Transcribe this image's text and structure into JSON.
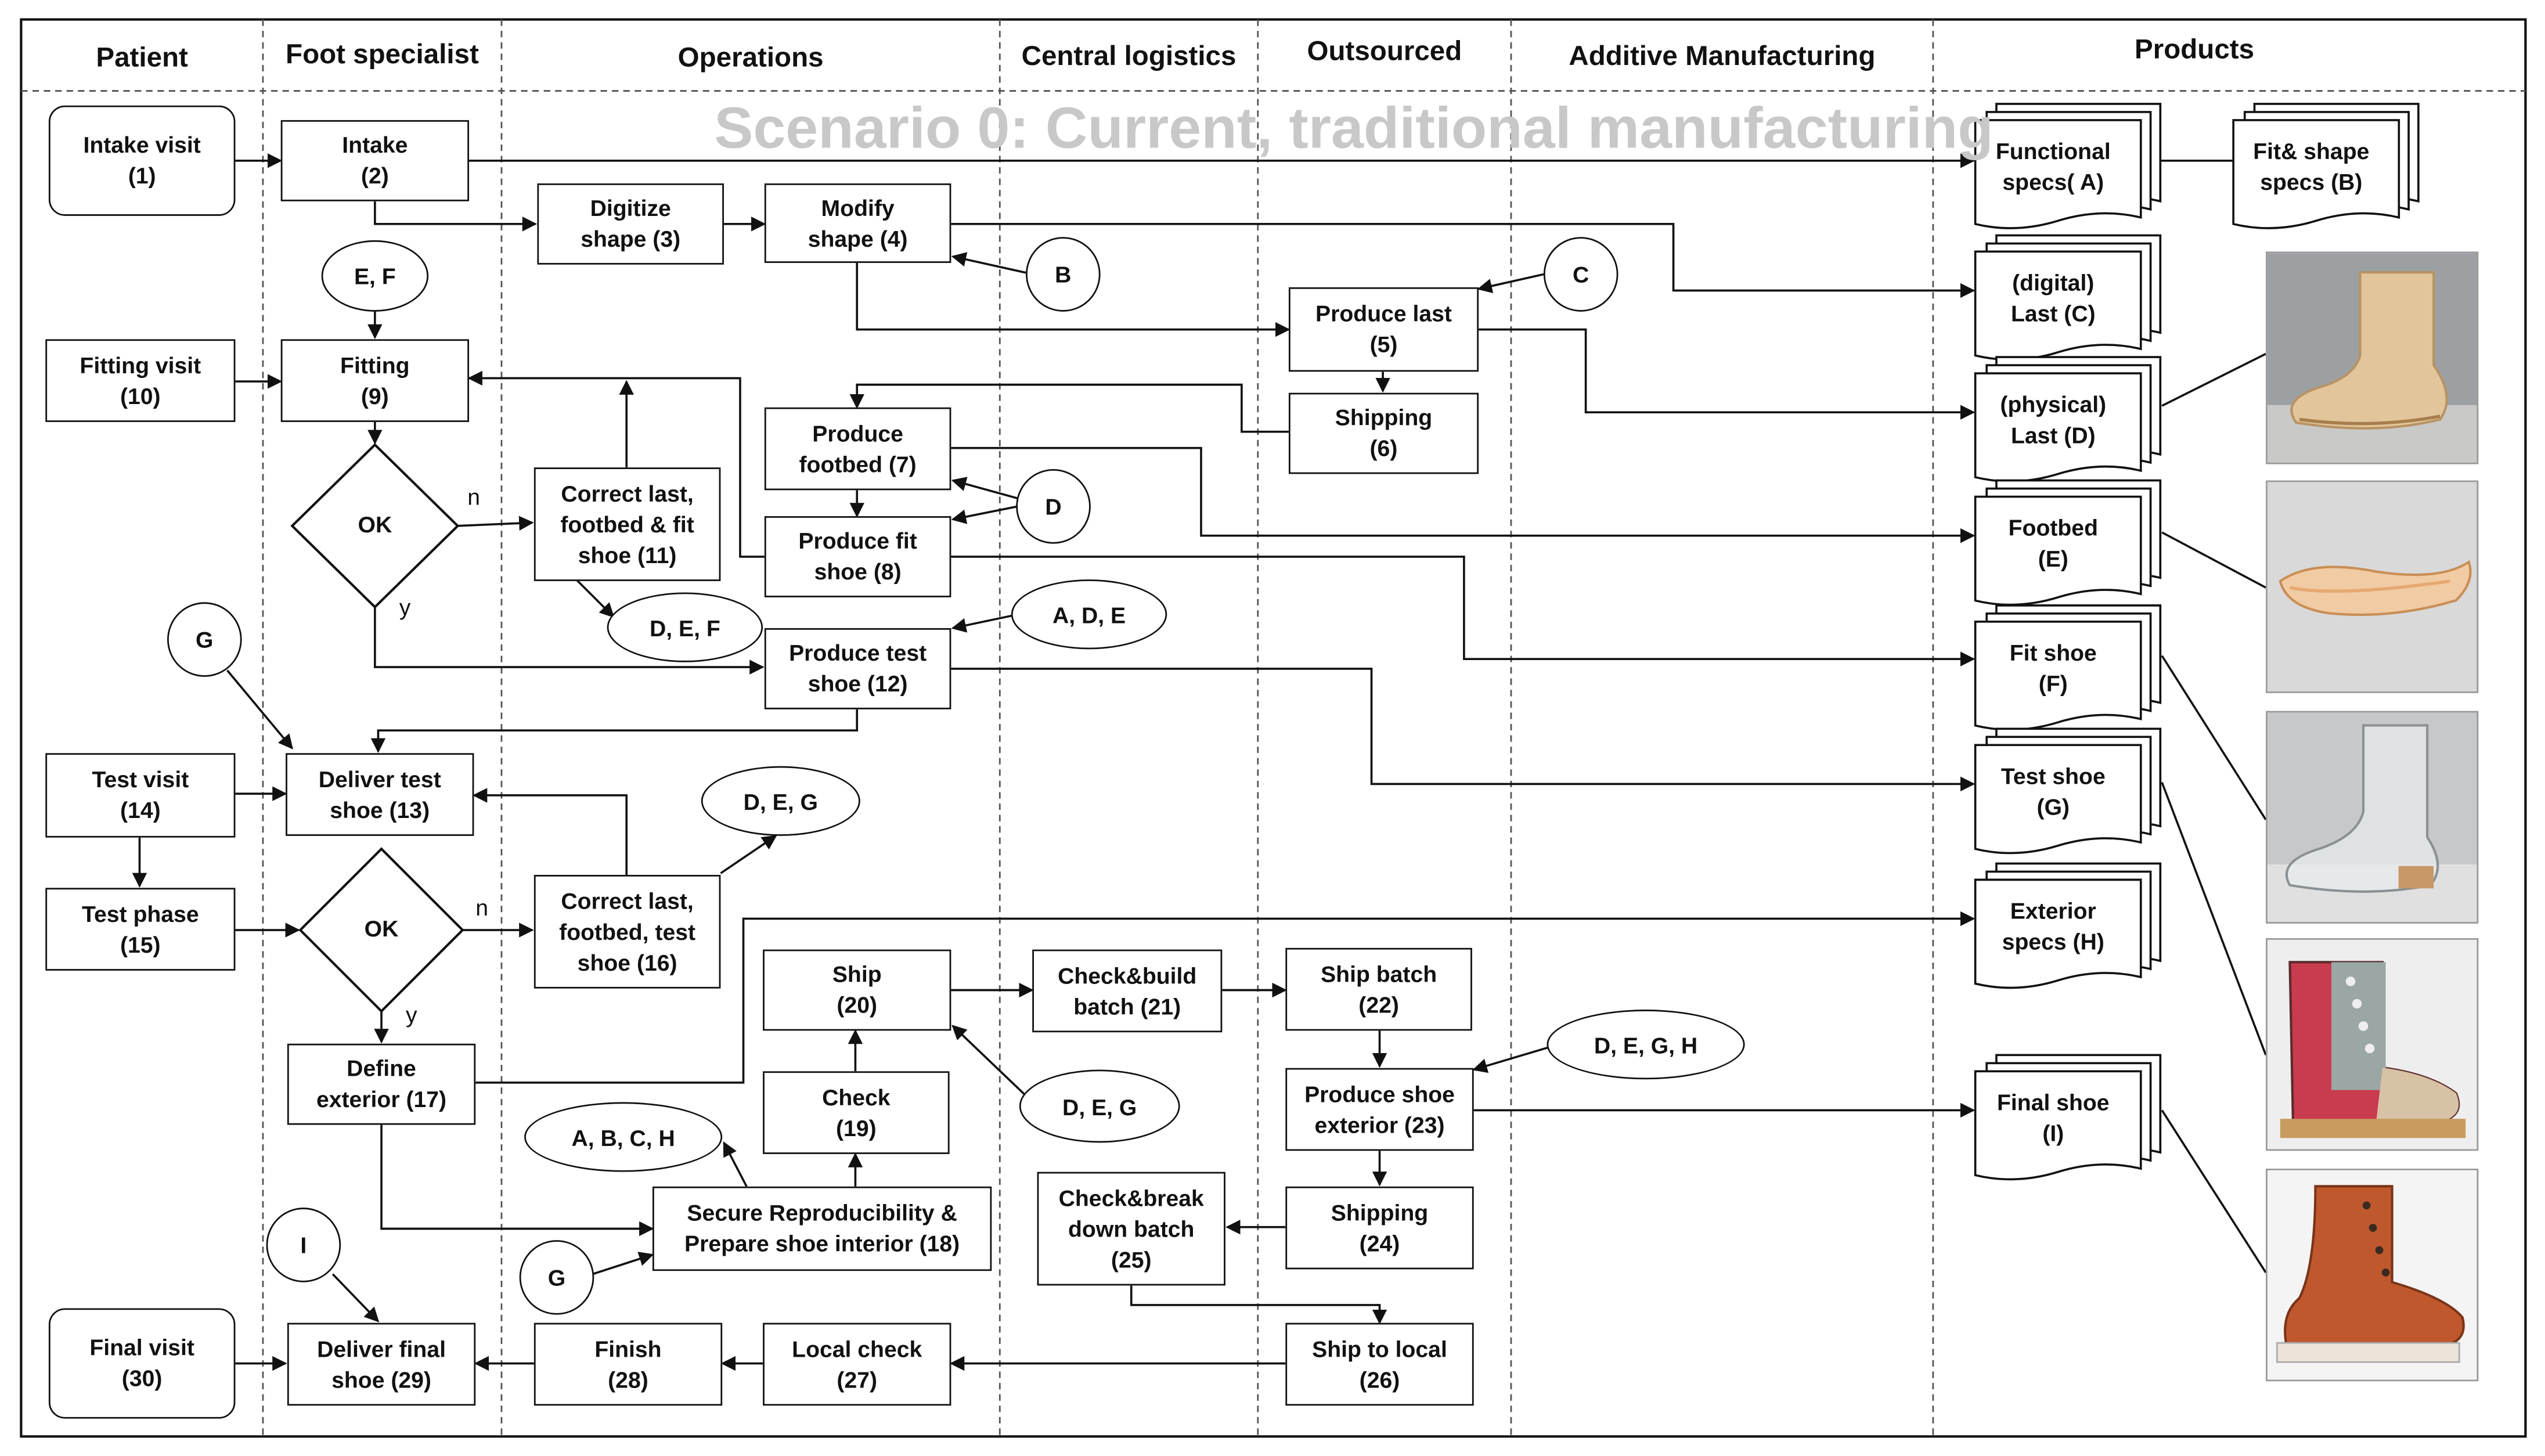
{
  "lanes": {
    "patient": "Patient",
    "foot_specialist": "Foot specialist",
    "operations": "Operations",
    "central_logistics": "Central logistics",
    "outsourced": "Outsourced",
    "additive_manufacturing": "Additive Manufacturing",
    "products": "Products"
  },
  "title": "Scenario 0: Current, traditional manufacturing",
  "steps": {
    "s1": "Intake visit\n(1)",
    "s2": "Intake\n(2)",
    "s3": "Digitize\nshape (3)",
    "s4": "Modify\nshape (4)",
    "s5": "Produce last\n(5)",
    "s6": "Shipping\n(6)",
    "s7": "Produce\nfootbed (7)",
    "s8": "Produce fit\nshoe (8)",
    "s9": "Fitting\n(9)",
    "s10": "Fitting visit\n(10)",
    "s11": "Correct last,\nfootbed & fit\nshoe (11)",
    "s12": "Produce test\nshoe (12)",
    "s13": "Deliver test\nshoe  (13)",
    "s14": "Test visit\n(14)",
    "s15": "Test phase\n(15)",
    "s16": "Correct last,\nfootbed, test\nshoe (16)",
    "s17": "Define\nexterior (17)",
    "s18": "Secure Reproducibility &\nPrepare shoe interior (18)",
    "s19": "Check\n(19)",
    "s20": "Ship\n(20)",
    "s21": "Check&build\nbatch (21)",
    "s22": "Ship batch\n(22)",
    "s23": "Produce shoe\nexterior (23)",
    "s24": "Shipping\n(24)",
    "s25": "Check&break\ndown batch\n(25)",
    "s26": "Ship to local\n(26)",
    "s27": "Local check\n(27)",
    "s28": "Finish\n(28)",
    "s29": "Deliver final\nshoe (29)",
    "s30": "Final visit\n(30)"
  },
  "decisions": {
    "d1": "OK",
    "d2": "OK",
    "no": "n",
    "yes": "y"
  },
  "inputs": {
    "ef": "E, F",
    "b": "B",
    "c": "C",
    "d": "D",
    "def": "D, E, F",
    "ade": "A, D, E",
    "g1": "G",
    "deg1": "D, E, G",
    "degh": "D, E, G, H",
    "deg2": "D, E, G",
    "abch": "A, B, C, H",
    "g2": "G",
    "i": "I"
  },
  "products": {
    "a": "Functional\nspecs( A)",
    "b": "Fit& shape\nspecs (B)",
    "c": "(digital)\nLast (C)",
    "d": "(physical)\nLast (D)",
    "e": "Footbed\n(E)",
    "f": "Fit shoe\n(F)",
    "g": "Test shoe\n(G)",
    "h": "Exterior\nspecs (H)",
    "i": "Final shoe\n(I)"
  },
  "photos": [
    "last-photo",
    "footbed-photo",
    "fit-shoe-photo",
    "test-shoe-photo",
    "final-shoe-photo"
  ]
}
